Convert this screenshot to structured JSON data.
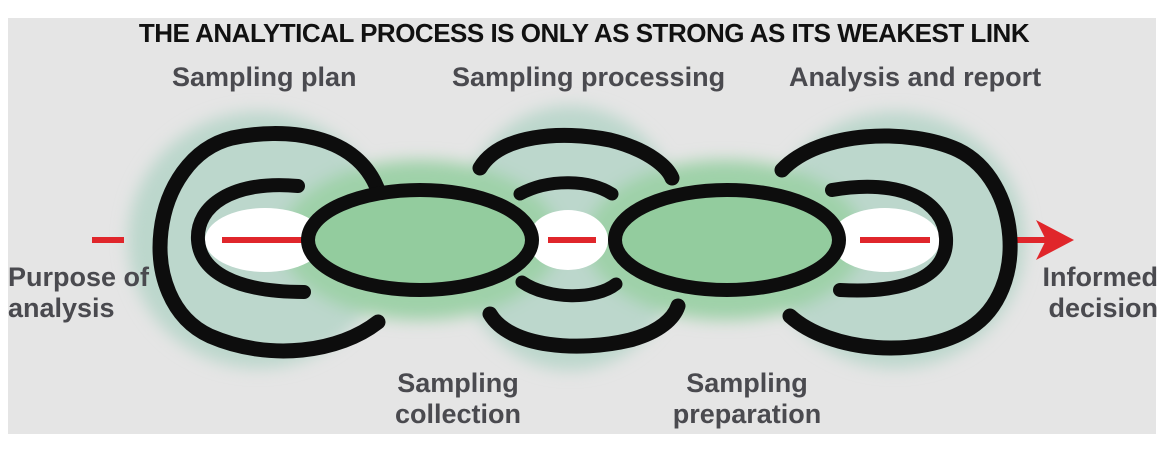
{
  "title": "THE ANALYTICAL PROCESS IS ONLY AS STRONG AS ITS WEAKEST LINK",
  "labels": {
    "sampling_plan": "Sampling plan",
    "sampling_processing": "Sampling processing",
    "analysis_and_report": "Analysis and report",
    "purpose_line1": "Purpose of",
    "purpose_line2": "analysis",
    "informed_line1": "Informed",
    "informed_line2": "decision",
    "collection_line1": "Sampling",
    "collection_line2": "collection",
    "preparation_line1": "Sampling",
    "preparation_line2": "preparation"
  },
  "colors": {
    "background": "#e5e5e5",
    "arrow": "#e0262b",
    "link_outline": "#0d0d0d",
    "link_fill": "#93cc9e",
    "link_glow": "#bcd7cc",
    "label_text": "#4a4a4f",
    "title_text": "#111111"
  }
}
